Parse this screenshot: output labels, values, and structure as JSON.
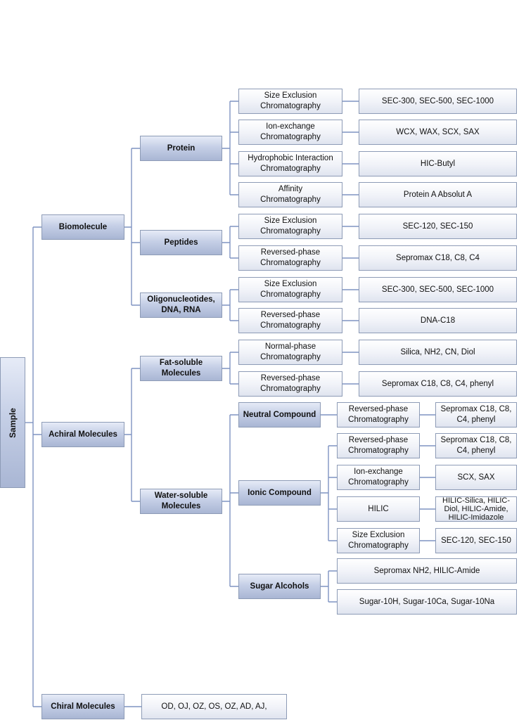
{
  "root": "Sample",
  "level1": {
    "biomolecule": "Biomolecule",
    "achiral": "Achiral Molecules",
    "chiral": "Chiral Molecules"
  },
  "level2": {
    "protein": "Protein",
    "peptides": "Peptides",
    "oligo": "Oligonucleotides,\nDNA, RNA",
    "fat": "Fat-soluble\nMolecules",
    "water": "Water-soluble\nMolecules"
  },
  "level3": {
    "neutral": "Neutral Compound",
    "ionic": "Ionic Compound",
    "sugar": "Sugar Alcohols"
  },
  "methods": {
    "prot_sec": "Size Exclusion\nChromatography",
    "prot_iex": "Ion-exchange\nChromatography",
    "prot_hic": "Hydrophobic Interaction\nChromatography",
    "prot_aff": "Affinity\nChromatography",
    "pep_sec": "Size Exclusion\nChromatography",
    "pep_rp": "Reversed-phase\nChromatography",
    "oli_sec": "Size Exclusion\nChromatography",
    "oli_rp": "Reversed-phase\nChromatography",
    "fat_np": "Normal-phase\nChromatography",
    "fat_rp": "Reversed-phase\nChromatography",
    "neu_rp": "Reversed-phase\nChromatography",
    "ion_rp": "Reversed-phase\nChromatography",
    "ion_iex": "Ion-exchange\nChromatography",
    "ion_hilic": "HILIC",
    "ion_sec": "Size Exclusion\nChromatography"
  },
  "products": {
    "prot_sec": "SEC-300, SEC-500, SEC-1000",
    "prot_iex": "WCX, WAX, SCX, SAX",
    "prot_hic": "HIC-Butyl",
    "prot_aff": "Protein A Absolut A",
    "pep_sec": "SEC-120, SEC-150",
    "pep_rp": "Sepromax C18, C8, C4",
    "oli_sec": "SEC-300, SEC-500, SEC-1000",
    "oli_rp": "DNA-C18",
    "fat_np": "Silica, NH2, CN, Diol",
    "fat_rp": "Sepromax C18, C8, C4, phenyl",
    "neu_rp": "Sepromax C18, C8,\nC4, phenyl",
    "ion_rp": "Sepromax C18, C8,\nC4, phenyl",
    "ion_iex": "SCX, SAX",
    "ion_hilic": "HILIC-Silica, HILIC-\nDiol, HILIC-Amide,\nHILIC-Imidazole",
    "ion_sec": "SEC-120, SEC-150",
    "sugar_1": "Sepromax NH2, HILIC-Amide",
    "sugar_2": "Sugar-10H, Sugar-10Ca, Sugar-10Na",
    "chiral": "OD, OJ, OZ, OS, OZ, AD, AJ,"
  }
}
